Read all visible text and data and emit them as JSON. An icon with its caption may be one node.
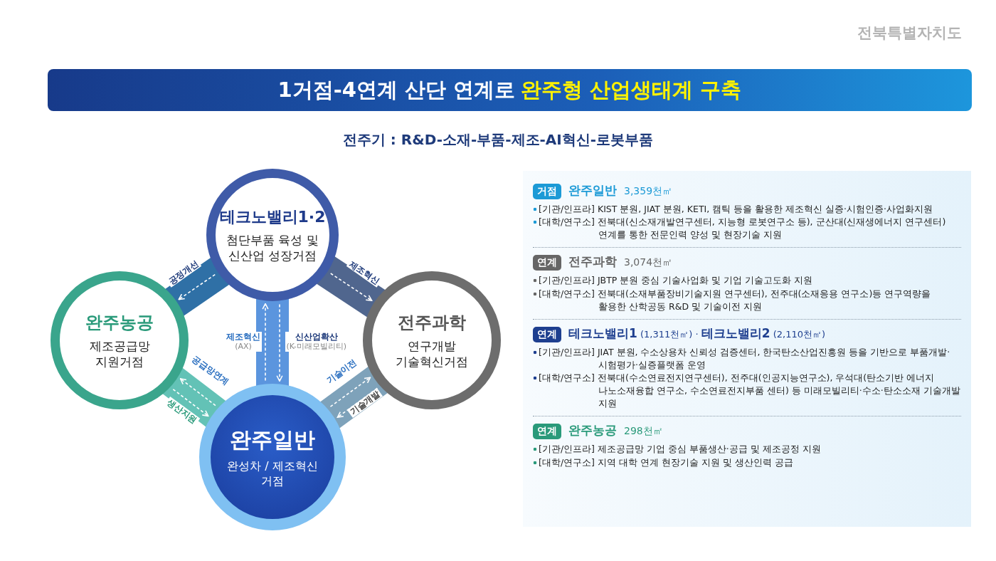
{
  "diagram": {
    "title": "1거점-4연계 산단 연계로 **완주형 산업생태계 구축**",
    "nodes": [
      {
        "text": [
          "테크노밸리1·2",
          "첨단부품 육성 및 신산업 성장거점"
        ]
      },
      {
        "text": [
          "완주농공",
          "제조공급망 지원거점"
        ]
      },
      {
        "text": [
          "전주과학",
          "연구개발 기술혁신거점"
        ]
      },
      {
        "text": [
          "완주일반",
          "완성차 / 제조혁신 거점"
        ]
      }
    ],
    "edges": [
      {
        "from": 0,
        "to": 1,
        "arrow": "to",
        "label": "공정개선",
        "style": "dashed"
      },
      {
        "from": 0,
        "to": 2,
        "arrow": "to",
        "label": "제조혁신",
        "style": "dashed"
      },
      {
        "from": 3,
        "to": 0,
        "arrow": "to",
        "label": "**제조혁신** (AX)",
        "style": "dashed"
      },
      {
        "from": 0,
        "to": 3,
        "arrow": "to",
        "label": "**신산업확산** (K-미래모빌리티)",
        "style": "dashed"
      },
      {
        "from": 3,
        "to": 1,
        "arrow": "to",
        "label": "공급망연계",
        "style": "dashed"
      },
      {
        "from": 1,
        "to": 3,
        "arrow": "to",
        "label": "생산지원",
        "style": "dashed"
      },
      {
        "from": 3,
        "to": 2,
        "arrow": "to",
        "label": "기술이전",
        "style": "dashed"
      },
      {
        "from": 2,
        "to": 3,
        "arrow": "to",
        "label": "기술개발",
        "style": "dashed"
      }
    ],
    "labels": [
      "전북특별자치도",
      "전주기 : R&D-소재-부품-제조-AI혁신-로봇부품",
      "거점",
      "완주일반",
      "3,359천㎡",
      "[기관/인프라] KIST 분원, JIAT 분원, KETI, 캠틱 등을 활용한 제조혁신 실증·시험인증·사업화지원",
      "[대학/연구소] 전북대(신소재개발연구센터, 지능형 로봇연구소 등), 군산대(신재생에너지 연구센터) 연계를 통한 전문인력 양성 및 현장기술 지원",
      "연계",
      "전주과학",
      "3,074천㎡",
      "[기관/인프라] JBTP 분원 중심 기술사업화 및 기업 기술고도화 지원",
      "[대학/연구소] 전북대(소재부품장비기술지원 연구센터), 전주대(소재응용 연구소)등 연구역량을 활용한 산학공동 R&D 및 기술이전 지원",
      "연계",
      "**테크노밸리1** (1,311천㎡) · **테크노밸리2** (2,110천㎡)",
      "[기관/인프라] JIAT 분원, 수소상용차 신뢰성 검증센터, 한국탄소산업진흥원 등을 기반으로 부품개발·시험평가·실증플랫폼 운영",
      "[대학/연구소] 전북대(수소연료전지연구센터), 전주대(인공지능연구소), 우석대(탄소기반 에너지 나노소재융합 연구소, 수소연료전지부품 센터) 등 미래모빌리티·수소·탄소소재 기술개발 지원",
      "연계",
      "완주농공",
      "298천㎡",
      "[기관/인프라] 제조공급망 기업 중심 부품생산·공급 및 제조공정 지원",
      "[대학/연구소] 지역 대학 연계 현장기술 지원 및 생산인력 공급"
    ]
  }
}
